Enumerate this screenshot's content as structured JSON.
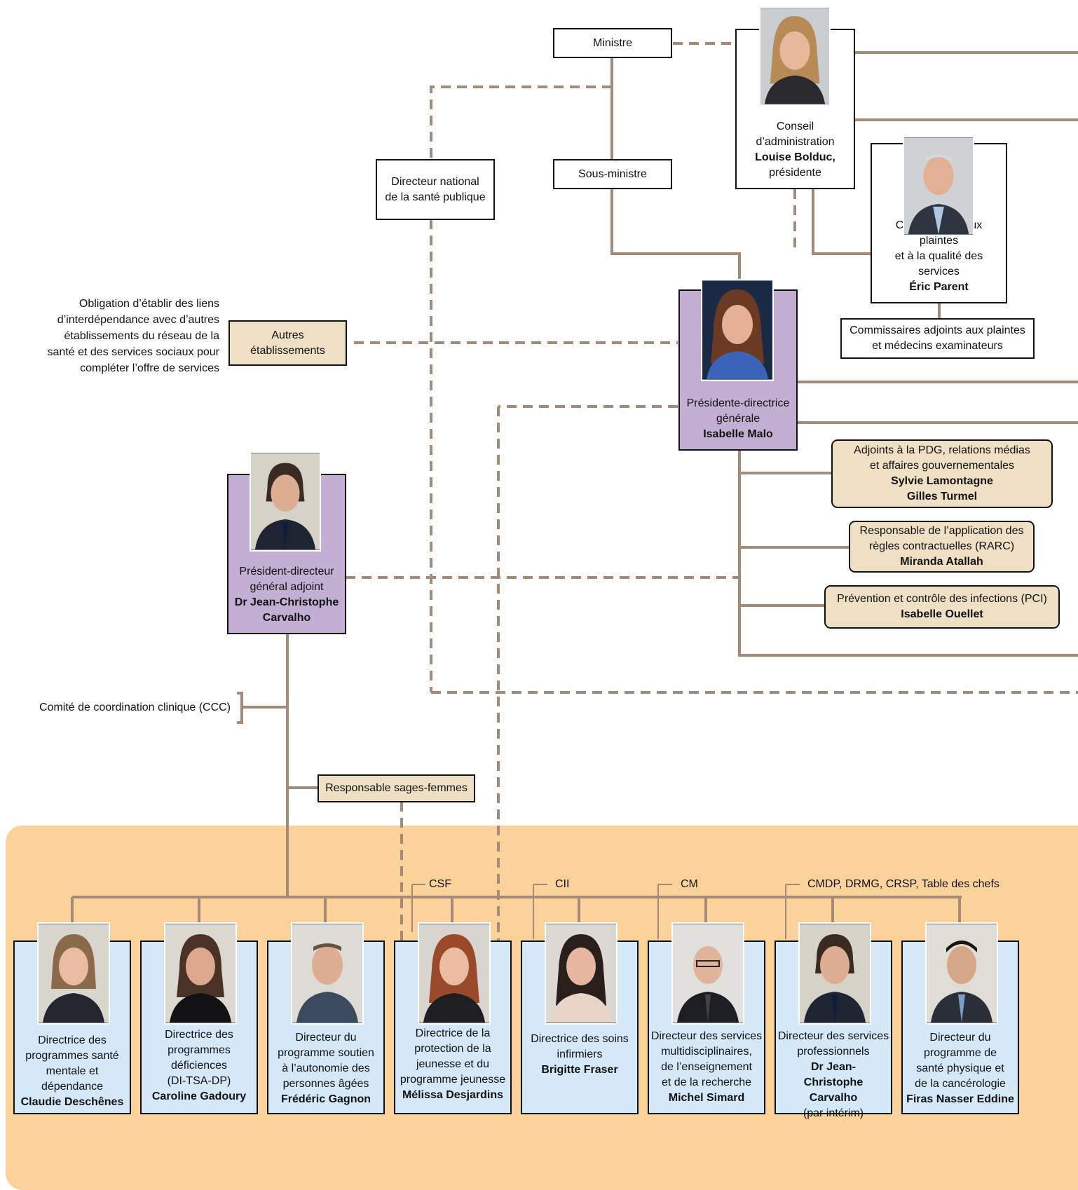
{
  "top": {
    "ministre": "Ministre",
    "sous_ministre": "Sous-ministre",
    "dnsp_line1": "Directeur national",
    "dnsp_line2": "de la santé publique"
  },
  "conseil": {
    "line1": "Conseil",
    "line2": "d’administration",
    "name": "Louise Bolduc,",
    "role": "présidente"
  },
  "commissaire": {
    "line1": "Commissaire aux plaintes",
    "line2": "et à la qualité des services",
    "name": "Éric Parent",
    "adjoints_line1": "Commissaires adjoints aux plaintes",
    "adjoints_line2": "et médecins examinateurs"
  },
  "autres": {
    "note_lines": [
      "Obligation d’établir des liens",
      "d’interdépendance avec d’autres",
      "établissements du réseau de la",
      "santé et des services sociaux pour",
      "compléter l’offre de services"
    ],
    "label": "Autres établissements"
  },
  "pdg": {
    "line1": "Présidente-directrice",
    "line2": "générale",
    "name": "Isabelle Malo"
  },
  "staff": {
    "adjoints_line1": "Adjoints à la PDG, relations médias",
    "adjoints_line2": "et affaires gouvernementales",
    "adjoints_name1": "Sylvie Lamontagne",
    "adjoints_name2": "Gilles Turmel",
    "rarc_line1": "Responsable de l’application des",
    "rarc_line2": "règles contractuelles (RARC)",
    "rarc_name": "Miranda Atallah",
    "pci_line1": "Prévention et contrôle des infections (PCI)",
    "pci_name": "Isabelle Ouellet"
  },
  "pdga": {
    "line1": "Président-directeur",
    "line2": "général adjoint",
    "name1": "Dr Jean-Christophe",
    "name2": "Carvalho"
  },
  "ccc": "Comité de coordination clinique (CCC)",
  "sages_femmes": "Responsable sages-femmes",
  "committees": {
    "csf": "CSF",
    "cii": "CII",
    "cm": "CM",
    "cmdp": "CMDP, DRMG, CRSP, Table des chefs"
  },
  "directors": [
    {
      "lines": [
        "Directrice des",
        "programmes santé",
        "mentale et",
        "dépendance"
      ],
      "name": "Claudie Deschênes",
      "extra": ""
    },
    {
      "lines": [
        "Directrice des",
        "programmes",
        "déficiences",
        "(DI-TSA-DP)"
      ],
      "name": "Caroline Gadoury",
      "extra": ""
    },
    {
      "lines": [
        "Directeur du",
        "programme soutien",
        "à l’autonomie des",
        "personnes âgées"
      ],
      "name": "Frédéric Gagnon",
      "extra": ""
    },
    {
      "lines": [
        "Directrice de la",
        "protection de la",
        "jeunesse et du",
        "programme jeunesse"
      ],
      "name": "Mélissa Desjardins",
      "extra": ""
    },
    {
      "lines": [
        "Directrice des soins",
        "infirmiers"
      ],
      "name": "Brigitte Fraser",
      "extra": ""
    },
    {
      "lines": [
        "Directeur des services",
        "multidisciplinaires,",
        "de l’enseignement",
        "et de la recherche"
      ],
      "name": "Michel Simard",
      "extra": ""
    },
    {
      "lines": [
        "Directeur des services",
        "professionnels"
      ],
      "name": "Dr Jean-Christophe Carvalho",
      "extra": "(par intérim)"
    },
    {
      "lines": [
        "Directeur du",
        "programme de",
        "santé physique et",
        "de la cancérologie"
      ],
      "name": "Firas Nasser Eddine",
      "extra": ""
    }
  ],
  "colors": {
    "connector": "#a48a78",
    "band": "#fbd39a",
    "tan_box": "#efdfc5",
    "purple_box": "#c4afd4",
    "blue_box": "#d4e8f7"
  }
}
